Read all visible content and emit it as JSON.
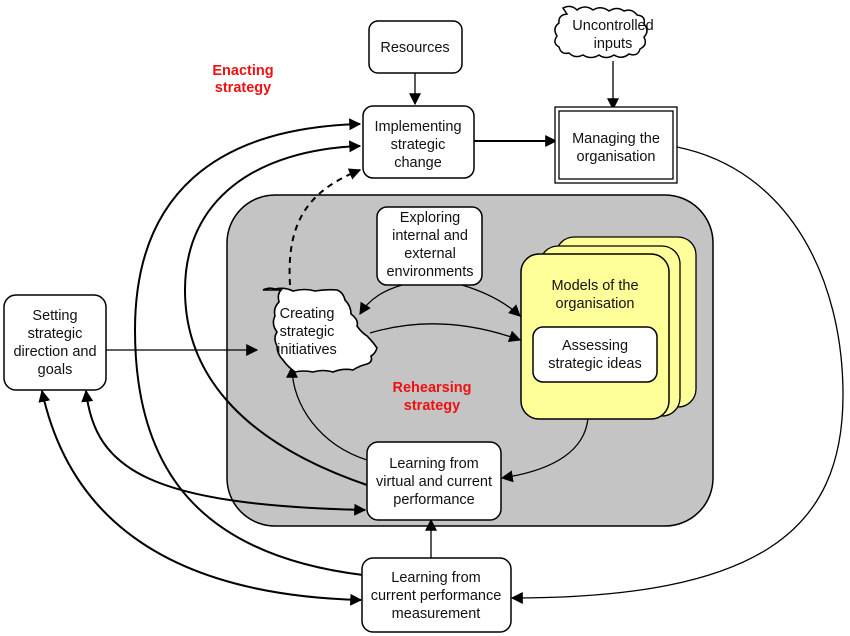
{
  "title": "Strategic management framework: enacting and rehearsing strategy",
  "colors": {
    "region_fill": "#c4c4c4",
    "models_fill": "#ffff99",
    "label_red": "#ee1111",
    "stroke": "#000000"
  },
  "labels": {
    "enacting": [
      "Enacting",
      "strategy"
    ],
    "rehearsing": [
      "Rehearsing",
      "strategy"
    ]
  },
  "nodes": {
    "resources": [
      "Resources"
    ],
    "uncontrolled": [
      "Uncontrolled",
      "inputs"
    ],
    "implementing": [
      "Implementing",
      "strategic",
      "change"
    ],
    "managing": [
      "Managing the",
      "organisation"
    ],
    "exploring": [
      "Exploring",
      "internal and",
      "external",
      "environments"
    ],
    "setting": [
      "Setting",
      "strategic",
      "direction and",
      "goals"
    ],
    "creating": [
      "Creating",
      "strategic",
      "initiatives"
    ],
    "models": [
      "Models of the",
      "organisation"
    ],
    "assessing": [
      "Assessing",
      "strategic ideas"
    ],
    "learning_virtual": [
      "Learning from",
      "virtual and current",
      "performance"
    ],
    "learning_measurement": [
      "Learning from",
      "current performance",
      "measurement"
    ]
  },
  "edges": [
    {
      "from": "resources",
      "to": "implementing"
    },
    {
      "from": "uncontrolled",
      "to": "managing"
    },
    {
      "from": "implementing",
      "to": "managing"
    },
    {
      "from": "managing",
      "to": "learning_measurement"
    },
    {
      "from": "creating",
      "to": "implementing",
      "style": "dashed"
    },
    {
      "from": "exploring",
      "to": "creating"
    },
    {
      "from": "exploring",
      "to": "models"
    },
    {
      "from": "creating",
      "to": "models"
    },
    {
      "from": "setting",
      "to": "creating"
    },
    {
      "from": "models",
      "to": "learning_virtual"
    },
    {
      "from": "learning_virtual",
      "to": "creating"
    },
    {
      "from": "learning_measurement",
      "to": "learning_virtual"
    },
    {
      "from": "learning_virtual",
      "to": "implementing"
    },
    {
      "from": "learning_measurement",
      "to": "implementing"
    },
    {
      "from": "setting",
      "to": "learning_virtual",
      "bidirectional": true
    },
    {
      "from": "setting",
      "to": "learning_measurement",
      "bidirectional": true
    }
  ]
}
